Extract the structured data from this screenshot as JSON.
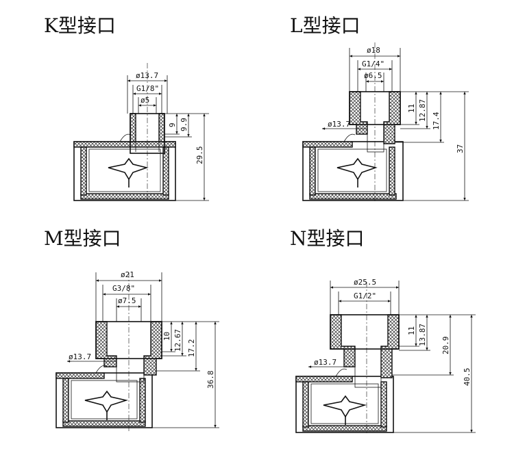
{
  "panels": {
    "K": {
      "title": "K型接口",
      "dims": {
        "d_outer": "ø13.7",
        "thread": "G1/8\"",
        "d_inner": "ø5",
        "h1": "9",
        "h2": "9.9",
        "h_total": "29.5"
      }
    },
    "L": {
      "title": "L型接口",
      "dims": {
        "d_outer": "ø18",
        "thread": "G1/4\"",
        "d_inner": "ø6.5",
        "h1": "11",
        "h2": "12.87",
        "h3": "17.4",
        "h_total": "37",
        "d_neck": "ø13.7"
      }
    },
    "M": {
      "title": "M型接口",
      "dims": {
        "d_outer": "ø21",
        "thread": "G3/8\"",
        "d_inner": "ø7.5",
        "h1": "10",
        "h2": "12.67",
        "h3": "17.2",
        "h_total": "36.8",
        "d_neck": "ø13.7"
      }
    },
    "N": {
      "title": "N型接口",
      "dims": {
        "d_outer": "ø25.5",
        "thread": "G1/2\"",
        "h1": "11",
        "h2": "13.87",
        "h3": "20.9",
        "h_total": "40.5",
        "d_neck": "ø13.7"
      }
    }
  }
}
